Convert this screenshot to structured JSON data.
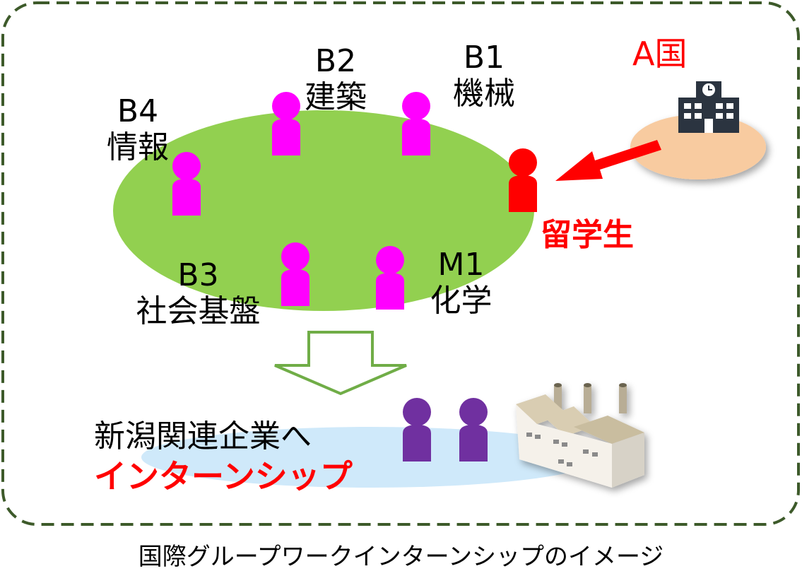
{
  "groups": [
    {
      "id": "b2",
      "code": "B2",
      "field": "建築"
    },
    {
      "id": "b1",
      "code": "B1",
      "field": "機械"
    },
    {
      "id": "b4",
      "code": "B4",
      "field": "情報"
    },
    {
      "id": "b3",
      "code": "B3",
      "field": "社会基盤"
    },
    {
      "id": "m1",
      "code": "M1",
      "field": "化学"
    }
  ],
  "country_label": "A国",
  "exchange_student_label": "留学生",
  "target_line1": "新潟関連企業へ",
  "target_line2": "インターンシップ",
  "caption": "国際グループワークインターンシップのイメージ",
  "colors": {
    "frame_border": "#3d5a2a",
    "group_ellipse": "#92d050",
    "student": "#ff00ff",
    "exchange_student": "#ff0000",
    "country_ellipse": "#f8cba0",
    "arrow": "#ff0000",
    "down_arrow_outline": "#70ad47",
    "company_ellipse": "#cfe9fa",
    "intern_person": "#7030a0",
    "school_building": "#2b3440",
    "factory": "#efe6d2"
  }
}
